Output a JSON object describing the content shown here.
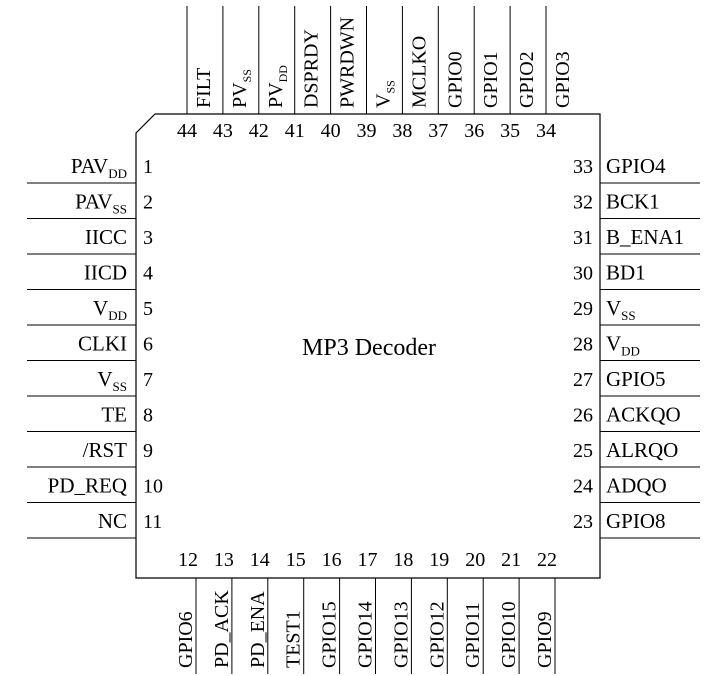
{
  "chip_label": "MP3 Decoder",
  "left_pins": [
    {
      "num": "1",
      "name": "PAV",
      "sub": "DD"
    },
    {
      "num": "2",
      "name": "PAV",
      "sub": "SS"
    },
    {
      "num": "3",
      "name": "IICC",
      "sub": ""
    },
    {
      "num": "4",
      "name": "IICD",
      "sub": ""
    },
    {
      "num": "5",
      "name": "V",
      "sub": "DD"
    },
    {
      "num": "6",
      "name": "CLKI",
      "sub": ""
    },
    {
      "num": "7",
      "name": "V",
      "sub": "SS"
    },
    {
      "num": "8",
      "name": "TE",
      "sub": ""
    },
    {
      "num": "9",
      "name": "/RST",
      "sub": ""
    },
    {
      "num": "10",
      "name": "PD_REQ",
      "sub": ""
    },
    {
      "num": "11",
      "name": "NC",
      "sub": ""
    }
  ],
  "right_pins": [
    {
      "num": "33",
      "name": "GPIO4",
      "sub": ""
    },
    {
      "num": "32",
      "name": "BCK1",
      "sub": ""
    },
    {
      "num": "31",
      "name": "B_ENA1",
      "sub": ""
    },
    {
      "num": "30",
      "name": "BD1",
      "sub": ""
    },
    {
      "num": "29",
      "name": "V",
      "sub": "SS"
    },
    {
      "num": "28",
      "name": "V",
      "sub": "DD"
    },
    {
      "num": "27",
      "name": "GPIO5",
      "sub": ""
    },
    {
      "num": "26",
      "name": "ACKQO",
      "sub": ""
    },
    {
      "num": "25",
      "name": "ALRQO",
      "sub": ""
    },
    {
      "num": "24",
      "name": "ADQO",
      "sub": ""
    },
    {
      "num": "23",
      "name": "GPIO8",
      "sub": ""
    }
  ],
  "top_pins": [
    {
      "num": "44",
      "name": "FILT",
      "sub": ""
    },
    {
      "num": "43",
      "name": "PV",
      "sub": "SS"
    },
    {
      "num": "42",
      "name": "PV",
      "sub": "DD"
    },
    {
      "num": "41",
      "name": "DSPRDY",
      "sub": ""
    },
    {
      "num": "40",
      "name": "PWRDWN",
      "sub": ""
    },
    {
      "num": "39",
      "name": "V",
      "sub": "SS"
    },
    {
      "num": "38",
      "name": "MCLKO",
      "sub": ""
    },
    {
      "num": "37",
      "name": "GPIO0",
      "sub": ""
    },
    {
      "num": "36",
      "name": "GPIO1",
      "sub": ""
    },
    {
      "num": "35",
      "name": "GPIO2",
      "sub": ""
    },
    {
      "num": "34",
      "name": "GPIO3",
      "sub": ""
    }
  ],
  "bottom_pins": [
    {
      "num": "12",
      "name": "GPIO6",
      "sub": ""
    },
    {
      "num": "13",
      "name": "PD_ACK",
      "sub": ""
    },
    {
      "num": "14",
      "name": "PD_ENA",
      "sub": ""
    },
    {
      "num": "15",
      "name": "TEST1",
      "sub": ""
    },
    {
      "num": "16",
      "name": "GPIO15",
      "sub": ""
    },
    {
      "num": "17",
      "name": "GPIO14",
      "sub": ""
    },
    {
      "num": "18",
      "name": "GPIO13",
      "sub": ""
    },
    {
      "num": "19",
      "name": "GPIO12",
      "sub": ""
    },
    {
      "num": "20",
      "name": "GPIO11",
      "sub": ""
    },
    {
      "num": "21",
      "name": "GPIO10",
      "sub": ""
    },
    {
      "num": "22",
      "name": "GPIO9",
      "sub": ""
    }
  ]
}
